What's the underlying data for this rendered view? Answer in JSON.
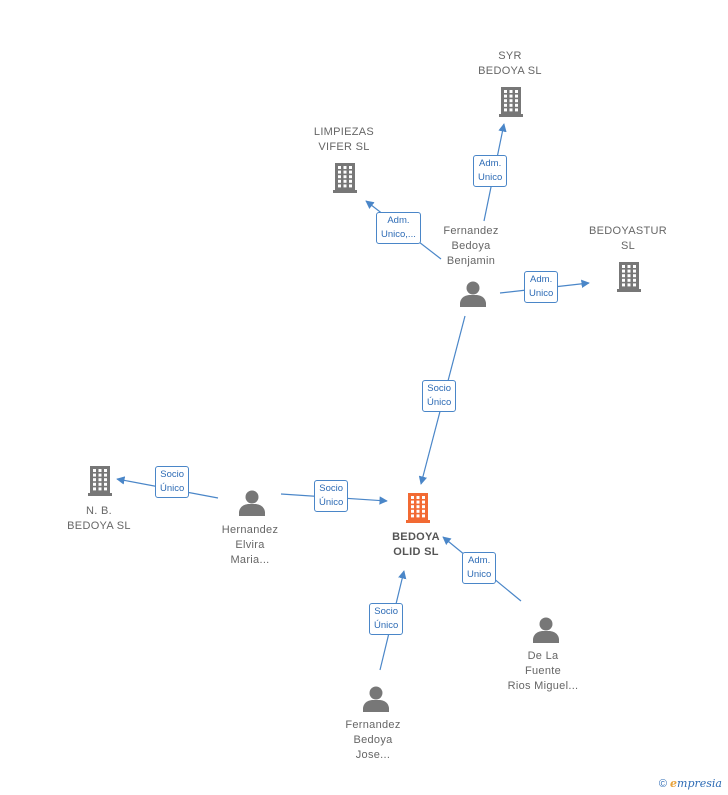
{
  "nodes": {
    "syr": {
      "lines": [
        "SYR",
        "BEDOYA SL"
      ],
      "icon": "building-icon",
      "color": "#777777"
    },
    "limpiezas": {
      "lines": [
        "LIMPIEZAS",
        "VIFER SL"
      ],
      "icon": "building-icon",
      "color": "#777777"
    },
    "bedoyastur": {
      "lines": [
        "BEDOYASTUR",
        "SL"
      ],
      "icon": "building-icon",
      "color": "#777777"
    },
    "benjamin": {
      "lines": [
        "Fernandez",
        "Bedoya",
        "Benjamin"
      ],
      "icon": "person-icon",
      "color": "#777777"
    },
    "nb": {
      "lines": [
        "N. B.",
        "BEDOYA SL"
      ],
      "icon": "building-icon",
      "color": "#777777"
    },
    "hernandez": {
      "lines": [
        "Hernandez",
        "Elvira",
        "Maria..."
      ],
      "icon": "person-icon",
      "color": "#777777"
    },
    "bedoya_olid": {
      "lines": [
        "BEDOYA",
        "OLID SL"
      ],
      "icon": "building-icon",
      "color": "#f26a33"
    },
    "delafuente": {
      "lines": [
        "De La",
        "Fuente",
        "Rios Miguel..."
      ],
      "icon": "person-icon",
      "color": "#777777"
    },
    "jose": {
      "lines": [
        "Fernandez",
        "Bedoya",
        "Jose..."
      ],
      "icon": "person-icon",
      "color": "#777777"
    }
  },
  "edges": {
    "benjamin_syr": {
      "lines": [
        "Adm.",
        "Unico"
      ]
    },
    "benjamin_limpiezas": {
      "lines": [
        "Adm.",
        "Unico,..."
      ]
    },
    "benjamin_bedoyastur": {
      "lines": [
        "Adm.",
        "Unico"
      ]
    },
    "benjamin_olid": {
      "lines": [
        "Socio",
        "Único"
      ]
    },
    "hernandez_nb": {
      "lines": [
        "Socio",
        "Único"
      ]
    },
    "hernandez_olid": {
      "lines": [
        "Socio",
        "Único"
      ]
    },
    "delafuente_olid": {
      "lines": [
        "Adm.",
        "Unico"
      ]
    },
    "jose_olid": {
      "lines": [
        "Socio",
        "Único"
      ]
    }
  },
  "colors": {
    "line": "#4a86c8",
    "icon": "#777777",
    "accent": "#f26a33"
  },
  "watermark": {
    "symbol": "©",
    "brand_initial": "e",
    "brand_rest": "mpresia"
  }
}
